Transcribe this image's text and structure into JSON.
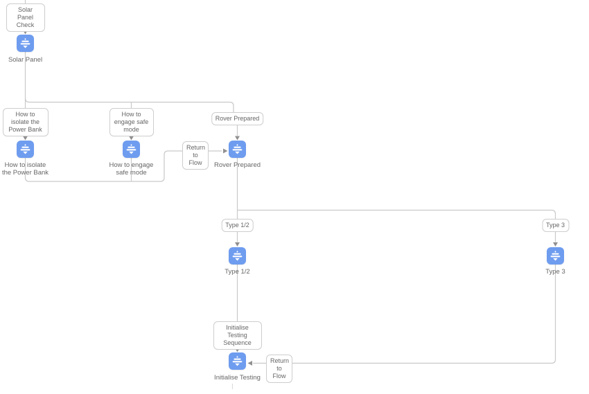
{
  "app": {
    "view": "flow-builder-canvas"
  },
  "colors": {
    "node_blue": "#6e9cef",
    "connector_line": "#c9c9c9",
    "arrowhead": "#909090",
    "label_box_border": "#cdcdcd",
    "label_text": "#666666"
  },
  "nodes": [
    {
      "id": "solar-panel",
      "label": "Solar Panel"
    },
    {
      "id": "how-to-isolate",
      "label": "How to isolate the Power Bank"
    },
    {
      "id": "how-to-engage",
      "label": "How to engage safe mode"
    },
    {
      "id": "rover-prepared",
      "label": "Rover Prepared"
    },
    {
      "id": "type-1-2",
      "label": "Type 1/2"
    },
    {
      "id": "type-3",
      "label": "Type 3"
    },
    {
      "id": "initialise-testing",
      "label": "Initialise Testing"
    }
  ],
  "connector_labels": [
    {
      "id": "solar-panel-check",
      "label": "Solar Panel Check"
    },
    {
      "id": "how-to-isolate",
      "label": "How to isolate the Power Bank"
    },
    {
      "id": "how-to-engage",
      "label": "How to engage safe mode"
    },
    {
      "id": "rover-prepared",
      "label": "Rover Prepared"
    },
    {
      "id": "return-to-flow-1",
      "label": "Return to Flow"
    },
    {
      "id": "type-1-2",
      "label": "Type 1/2"
    },
    {
      "id": "type-3",
      "label": "Type 3"
    },
    {
      "id": "initialise-testing-sequence",
      "label": "Initialise Testing Sequence"
    },
    {
      "id": "return-to-flow-2",
      "label": "Return to Flow"
    }
  ],
  "icon": {
    "name": "flow-block-icon"
  }
}
